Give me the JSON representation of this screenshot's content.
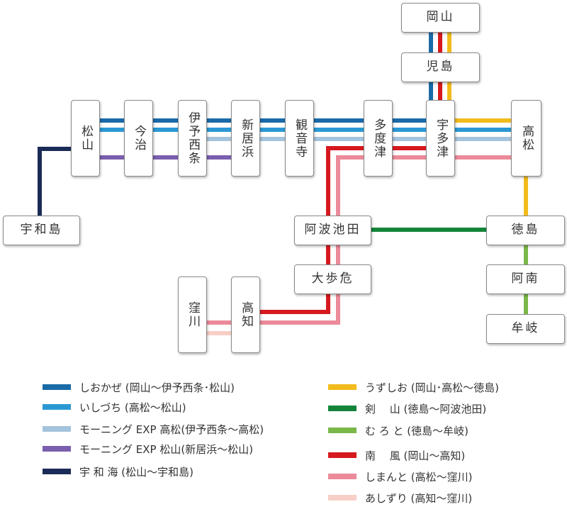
{
  "stations": {
    "okayama": "岡山",
    "kojima": "児島",
    "matsuyama": "松山",
    "imabari": "今治",
    "iyosaijo": "伊予西条",
    "niihama": "新居浜",
    "kanonji": "観音寺",
    "tadotsu": "多度津",
    "utazu": "宇多津",
    "takamatsu": "高松",
    "uwajima": "宇和島",
    "awaikeda": "阿波池田",
    "tokushima": "徳島",
    "oboke": "大歩危",
    "anan": "阿南",
    "kubokawa": "窪川",
    "kochi": "高知",
    "mugi": "牟岐"
  },
  "legend": [
    {
      "label": "しおかぜ (岡山〜伊予西条･松山)",
      "color": "#1a6aa8"
    },
    {
      "label": "いしづち (高松〜松山)",
      "color": "#2b98d4"
    },
    {
      "label": "モーニング EXP 高松(伊予西条〜高松)",
      "color": "#a4c3dc"
    },
    {
      "label": "モーニング EXP 松山(新居浜〜松山)",
      "color": "#7b5fae"
    },
    {
      "label": "宇 和 海 (松山〜宇和島)",
      "color": "#1b2b57"
    },
    {
      "label": "うずしお (岡山･高松〜徳島)",
      "color": "#f2bb1c"
    },
    {
      "label": "剣　 山 (徳島〜阿波池田)",
      "color": "#13843a"
    },
    {
      "label": "む ろ と (徳島〜牟岐)",
      "color": "#7bb84a"
    },
    {
      "label": "南　 風 (岡山〜高知)",
      "color": "#d6191e"
    },
    {
      "label": "しまんと (高松〜窪川)",
      "color": "#ec8a99"
    },
    {
      "label": "あしずり (高知〜窪川)",
      "color": "#f7cfc6"
    }
  ]
}
